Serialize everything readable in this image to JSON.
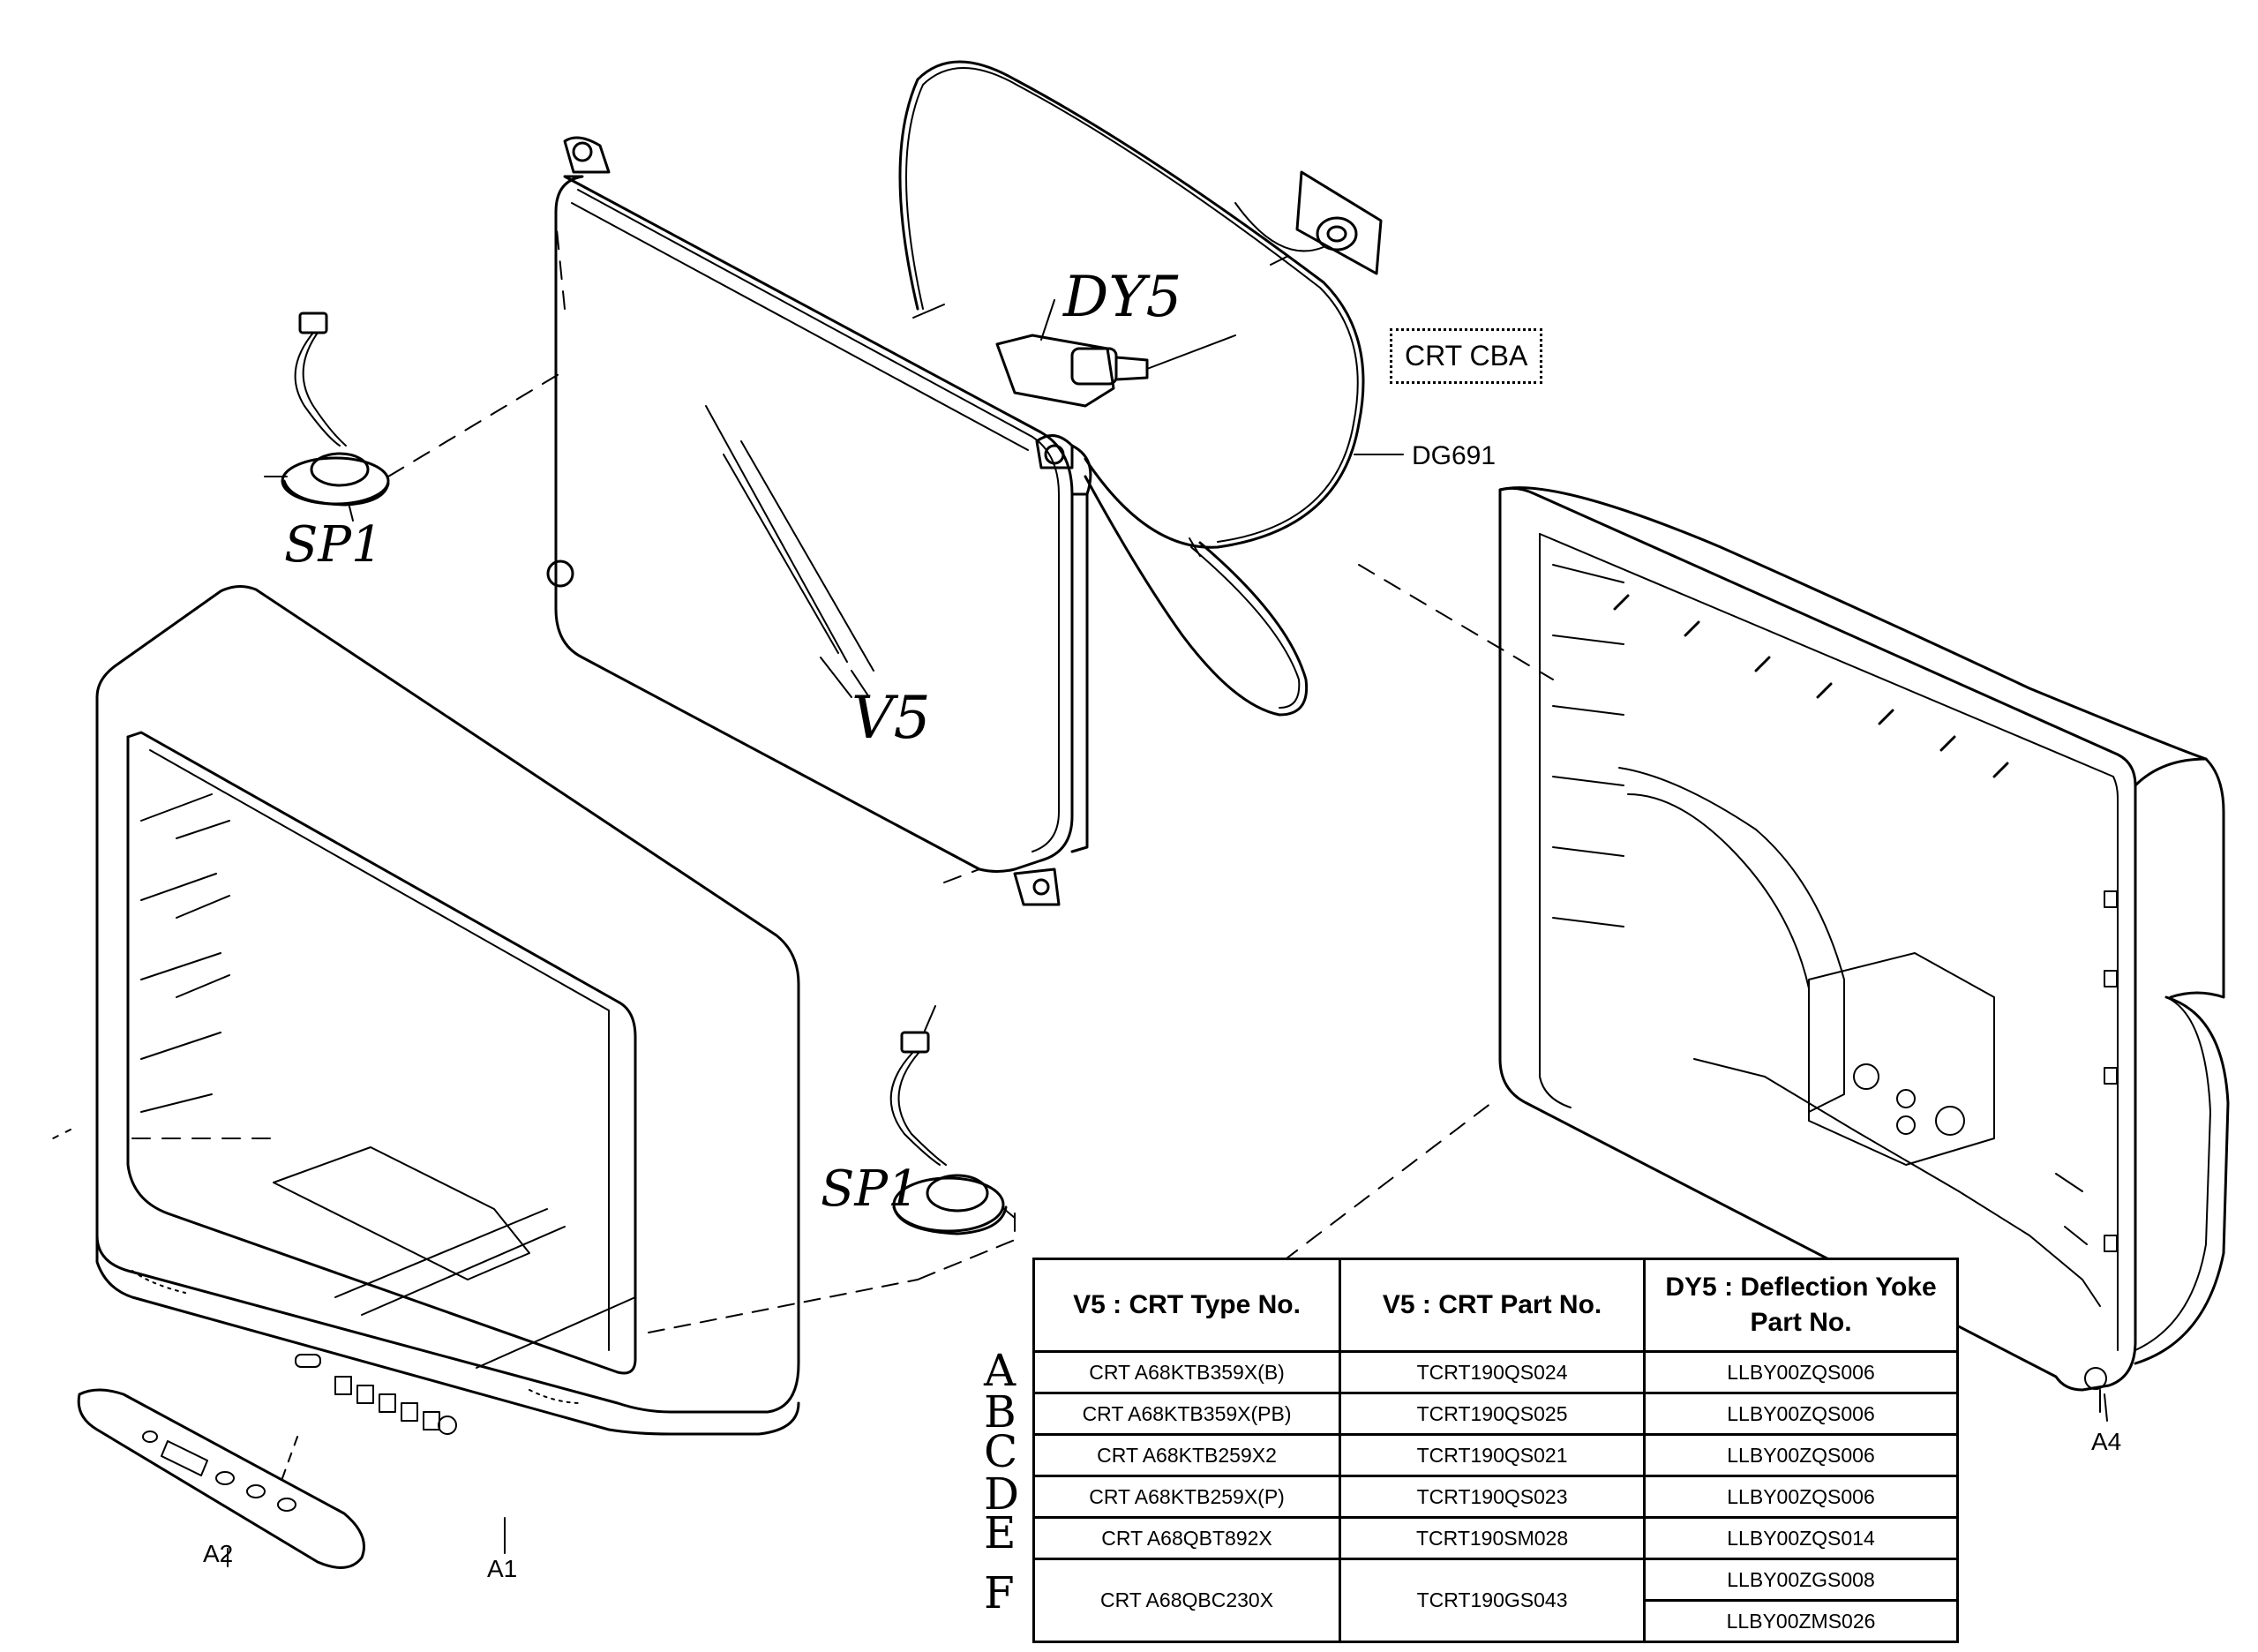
{
  "callouts": {
    "dy5": "DY5",
    "crt_cba": "CRT CBA",
    "dg691": "DG691",
    "sp1_top": "SP1",
    "sp1_bottom": "SP1",
    "v5": "V5",
    "a1": "A1",
    "a2": "A2",
    "a4": "A4"
  },
  "table": {
    "headers": [
      "V5 : CRT Type No.",
      "V5 : CRT Part No.",
      "DY5 : Deflection Yoke Part No."
    ],
    "rows": [
      {
        "letter": "A",
        "type": "CRT A68KTB359X(B)",
        "part": "TCRT190QS024",
        "yokes": [
          "LLBY00ZQS006"
        ]
      },
      {
        "letter": "B",
        "type": "CRT A68KTB359X(PB)",
        "part": "TCRT190QS025",
        "yokes": [
          "LLBY00ZQS006"
        ]
      },
      {
        "letter": "C",
        "type": "CRT A68KTB259X2",
        "part": "TCRT190QS021",
        "yokes": [
          "LLBY00ZQS006"
        ]
      },
      {
        "letter": "D",
        "type": "CRT A68KTB259X(P)",
        "part": "TCRT190QS023",
        "yokes": [
          "LLBY00ZQS006"
        ]
      },
      {
        "letter": "E",
        "type": "CRT A68QBT892X",
        "part": "TCRT190SM028",
        "yokes": [
          "LLBY00ZQS014"
        ]
      },
      {
        "letter": "F",
        "type": "CRT A68QBC230X",
        "part": "TCRT190GS043",
        "yokes": [
          "LLBY00ZGS008",
          "LLBY00ZMS026"
        ]
      }
    ]
  }
}
